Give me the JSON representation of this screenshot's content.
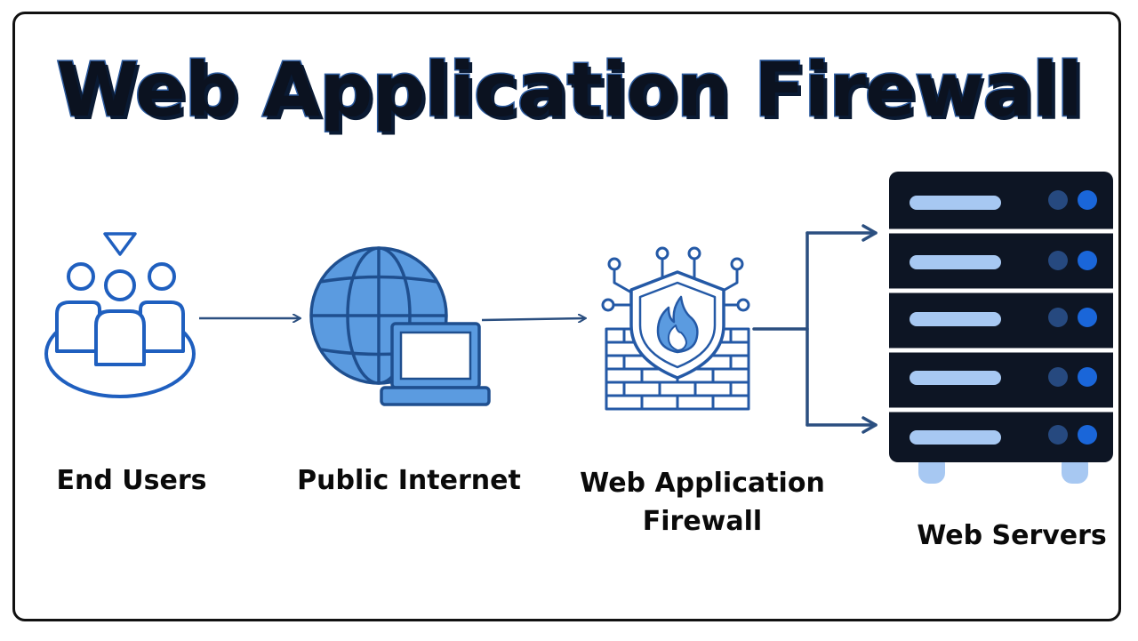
{
  "title": "Web Application Firewall",
  "nodes": {
    "end_users": {
      "label": "End Users",
      "icon": "users-group-icon"
    },
    "public_internet": {
      "label": "Public Internet",
      "icon": "globe-laptop-icon"
    },
    "waf": {
      "label_line1": "Web Application",
      "label_line2": "Firewall",
      "icon": "firewall-shield-icon"
    },
    "web_servers": {
      "label": "Web Servers",
      "icon": "server-rack-icon"
    }
  },
  "colors": {
    "icon_blue": "#1f5fbf",
    "icon_fill": "#5b9be0",
    "arrow": "#2b4f80",
    "server_body": "#0d1524",
    "server_slot": "#a7c8f2",
    "server_led_dim": "#26497f",
    "server_led_bright": "#1a66d9"
  }
}
